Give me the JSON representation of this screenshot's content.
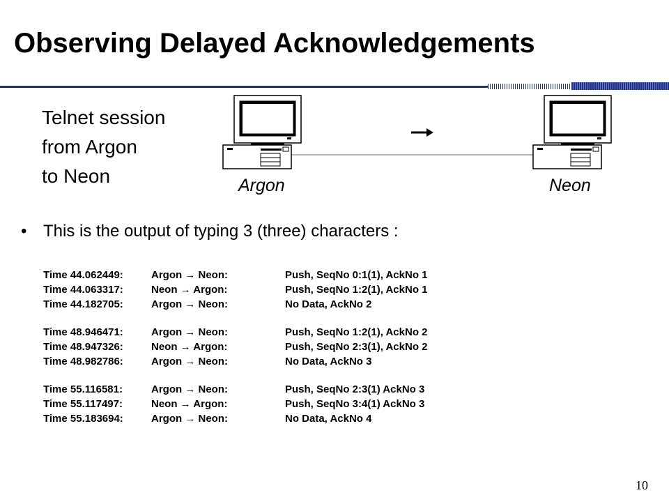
{
  "slide": {
    "title": "Observing Delayed Acknowledgements",
    "page_number": "10"
  },
  "session": {
    "lines": [
      "Telnet session",
      "from Argon",
      "to Neon"
    ]
  },
  "network": {
    "hosts": [
      {
        "name": "Argon",
        "icon": "computer-icon"
      },
      {
        "name": "Neon",
        "icon": "computer-icon"
      }
    ],
    "arrow_icon": "right-arrow-icon",
    "accent_color": "#1d2f8a"
  },
  "bullet": {
    "text": "This is the output of typing 3 (three) characters :"
  },
  "log": {
    "groups": [
      [
        {
          "time": "Time 44.062449:",
          "direction": "Argon → Neon:",
          "info": "Push,  SeqNo 0:1(1),  AckNo 1"
        },
        {
          "time": "Time 44.063317:",
          "direction": "Neon → Argon:",
          "info": "Push, SeqNo 1:2(1), AckNo 1"
        },
        {
          "time": "Time 44.182705:",
          "direction": "Argon → Neon:",
          "info": "No Data,  AckNo 2"
        }
      ],
      [
        {
          "time": "Time 48.946471:",
          "direction": "Argon → Neon:",
          "info": "Push,  SeqNo 1:2(1), AckNo 2"
        },
        {
          "time": "Time 48.947326:",
          "direction": "Neon → Argon:",
          "info": "Push, SeqNo 2:3(1), AckNo 2"
        },
        {
          "time": "Time 48.982786:",
          "direction": "Argon → Neon:",
          "info": "No Data, AckNo 3"
        }
      ],
      [
        {
          "time": "Time 55.116581:",
          "direction": "Argon → Neon:",
          "info": "Push,  SeqNo 2:3(1) AckNo 3"
        },
        {
          "time": "Time 55.117497:",
          "direction": "Neon → Argon:",
          "info": "Push, SeqNo 3:4(1) AckNo 3"
        },
        {
          "time": "Time 55.183694:",
          "direction": "Argon → Neon:",
          "info": "No Data, AckNo 4"
        }
      ]
    ]
  }
}
